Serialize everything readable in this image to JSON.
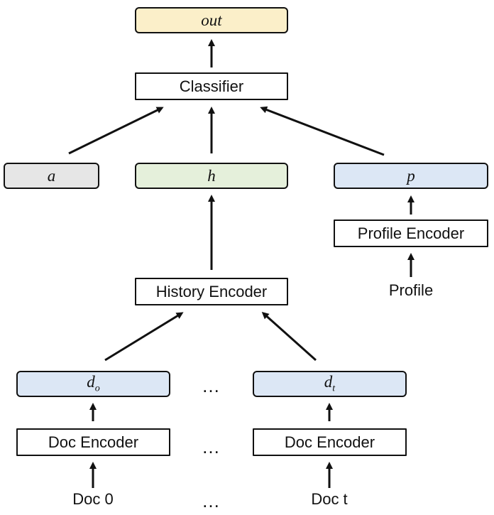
{
  "nodes": {
    "out": "out",
    "classifier": "Classifier",
    "a": "a",
    "h": "h",
    "p": "p",
    "profile_encoder": "Profile Encoder",
    "profile": "Profile",
    "history_encoder": "History Encoder",
    "d_base": "d",
    "d_o_sub": "o",
    "d_t_sub": "t",
    "doc_encoder_1": "Doc Encoder",
    "doc_encoder_2": "Doc Encoder",
    "doc_0": "Doc 0",
    "doc_t": "Doc t",
    "ellipsis": "…"
  },
  "colors": {
    "out_fill": "#FBEFC9",
    "a_fill": "#E6E6E6",
    "h_fill": "#E5F0DB",
    "p_fill": "#DCE7F5",
    "d_fill": "#DCE7F5",
    "stroke": "#111111"
  }
}
